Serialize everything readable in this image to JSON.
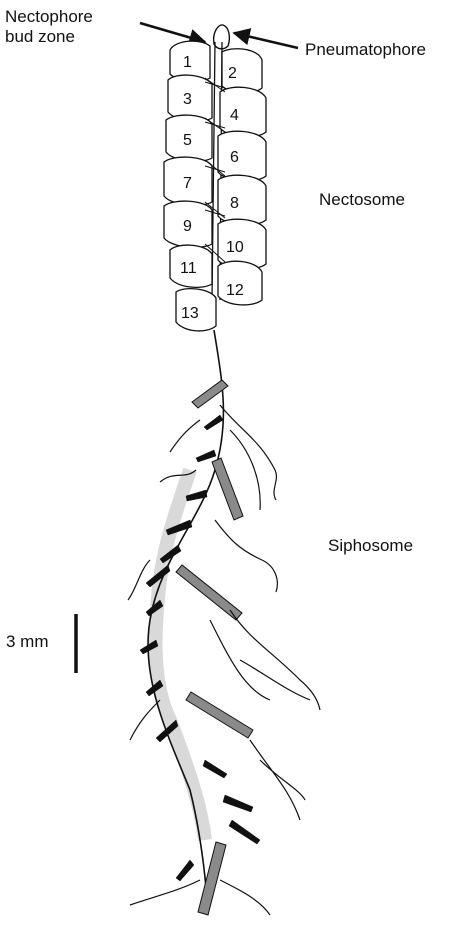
{
  "labels": {
    "bud_zone_line1": "Nectophore",
    "bud_zone_line2": "bud zone",
    "pneumatophore": "Pneumatophore",
    "nectosome": "Nectosome",
    "siphosome": "Siphosome",
    "scale": "3 mm"
  },
  "nectophores": [
    "1",
    "2",
    "3",
    "4",
    "5",
    "6",
    "7",
    "8",
    "9",
    "10",
    "11",
    "12",
    "13"
  ],
  "colors": {
    "line": "#111111",
    "shade": "#8a8a8a",
    "light": "#cfcfcf"
  }
}
